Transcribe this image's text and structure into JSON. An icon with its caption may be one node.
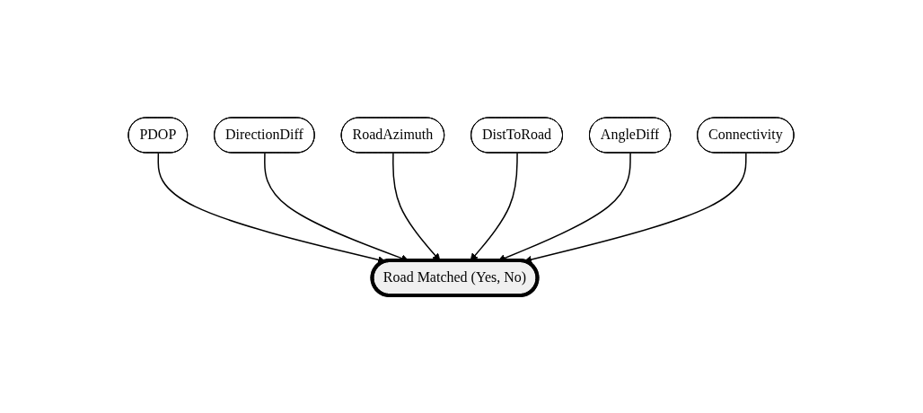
{
  "diagram": {
    "nodes": [
      {
        "text": [
          "PDOP"
        ]
      },
      {
        "text": [
          "DirectionDiff"
        ]
      },
      {
        "text": [
          "RoadAzimuth"
        ]
      },
      {
        "text": [
          "Road Matched (Yes, No)"
        ]
      },
      {
        "text": [
          "DistToRoad"
        ]
      },
      {
        "text": [
          "AngleDiff"
        ]
      },
      {
        "text": [
          "Connectivity"
        ]
      }
    ],
    "edges": [
      {
        "from": 0,
        "to": 3,
        "arrow": "to"
      },
      {
        "from": 1,
        "to": 3,
        "arrow": "to"
      },
      {
        "from": 2,
        "to": 3,
        "arrow": "to"
      },
      {
        "from": 4,
        "to": 3,
        "arrow": "to"
      },
      {
        "from": 5,
        "to": 3,
        "arrow": "to"
      },
      {
        "from": 6,
        "to": 3,
        "arrow": "to"
      }
    ]
  }
}
